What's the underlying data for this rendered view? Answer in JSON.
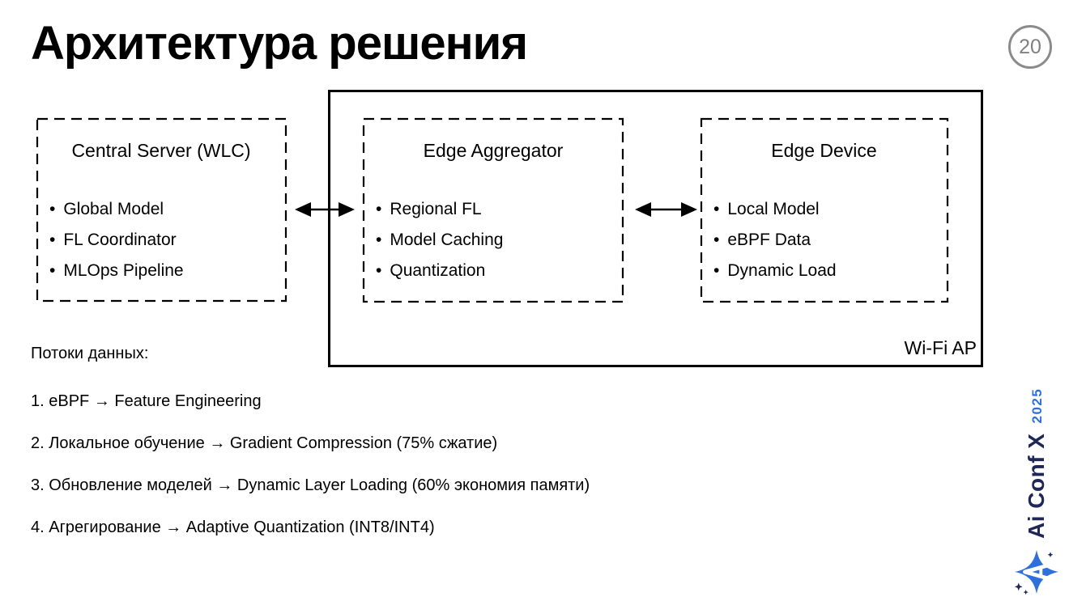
{
  "slide": {
    "title": "Архитектура решения",
    "page_number": "20"
  },
  "diagram": {
    "container_label": "Wi-Fi AP",
    "nodes": [
      {
        "title": "Central Server (WLC)",
        "items": [
          "Global Model",
          "FL Coordinator",
          "MLOps Pipeline"
        ]
      },
      {
        "title": "Edge Aggregator",
        "items": [
          "Regional FL",
          "Model Caching",
          "Quantization"
        ]
      },
      {
        "title": "Edge Device",
        "items": [
          "Local Model",
          "eBPF Data",
          "Dynamic Load"
        ]
      }
    ],
    "connections": [
      {
        "from": "Central Server (WLC)",
        "to": "Edge Aggregator",
        "type": "bidirectional-arrow"
      },
      {
        "from": "Edge Aggregator",
        "to": "Edge Device",
        "type": "bidirectional-arrow"
      }
    ]
  },
  "flows": {
    "heading": "Потоки данных:",
    "items": [
      "1. eBPF → Feature Engineering",
      "2. Локальное обучение → Gradient Compression (75% сжатие)",
      "3. Обновление моделей → Dynamic Layer Loading (60% экономия памяти)",
      "4. Агрегирование → Adaptive Quantization (INT8/INT4)"
    ]
  },
  "footer": {
    "brand": "Ai Conf X",
    "year": "2025",
    "logo_icon": "ai-star-sparkle-icon"
  },
  "colors": {
    "ink": "#000000",
    "badge_gray": "#8b8b8b",
    "brand_navy": "#1e2757",
    "brand_blue": "#2e6fdb"
  }
}
